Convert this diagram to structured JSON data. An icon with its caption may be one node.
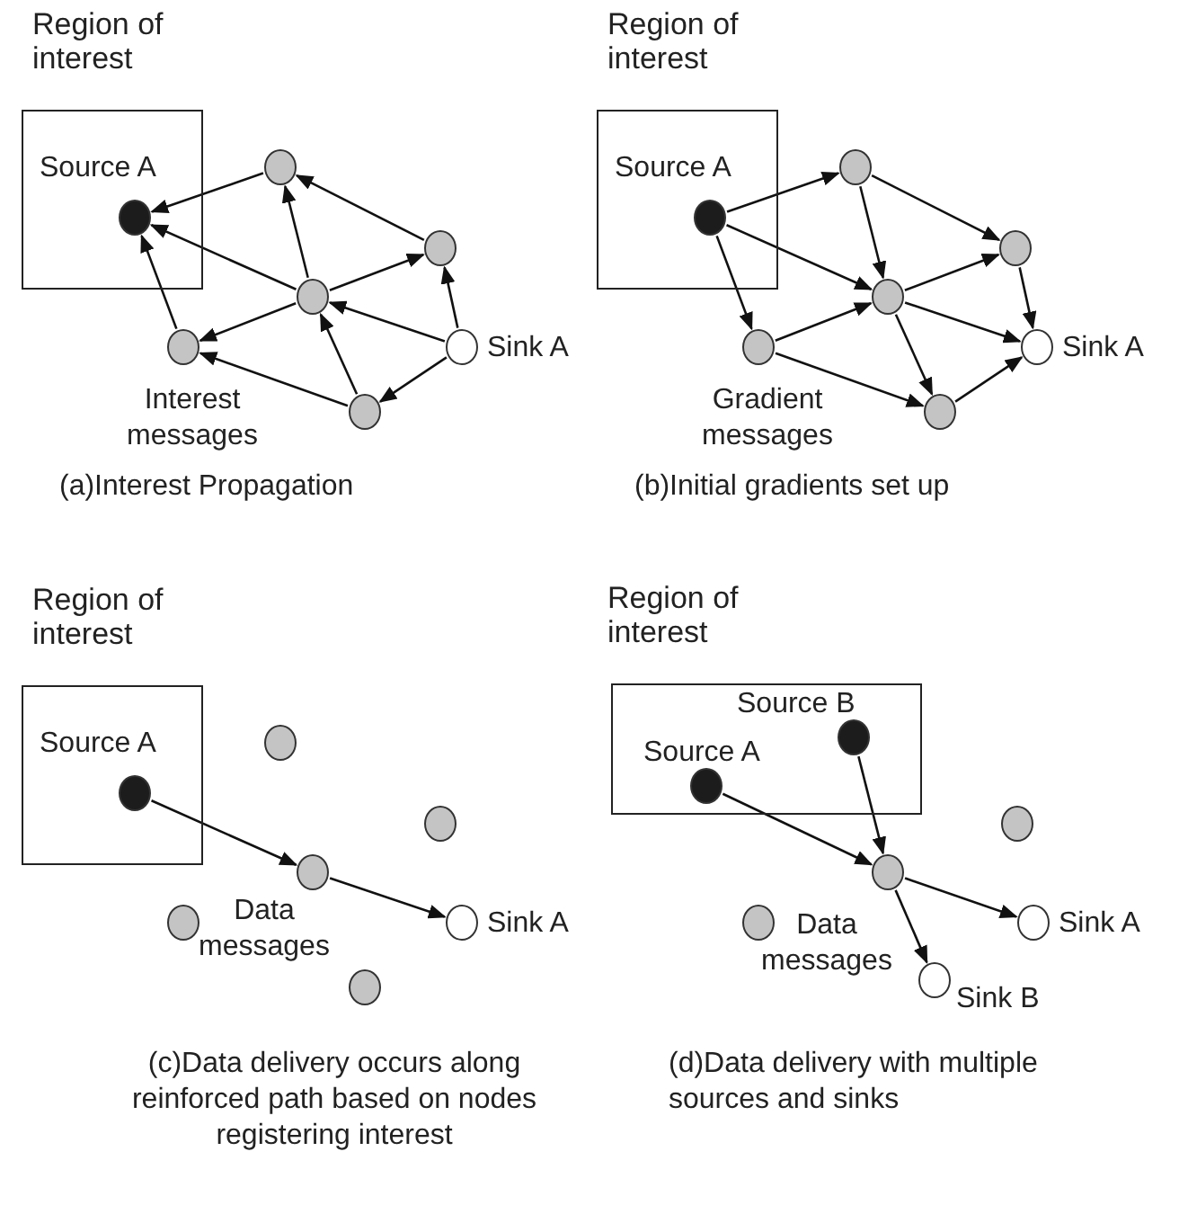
{
  "diagram": {
    "nodes": [
      {
        "text": [
          "Region of interest"
        ]
      },
      {
        "text": [],
        "shape": "circle",
        "in": 0,
        "beside": [
          "Source A"
        ]
      },
      {
        "text": [],
        "shape": "circle"
      },
      {
        "text": [],
        "shape": "circle"
      },
      {
        "text": [],
        "shape": "circle"
      },
      {
        "text": [],
        "shape": "circle"
      },
      {
        "text": [],
        "shape": "circle",
        "beside": [
          "Sink A"
        ]
      },
      {
        "text": [],
        "shape": "circle"
      },
      {
        "text": [
          "Region of interest"
        ]
      },
      {
        "text": [],
        "shape": "circle",
        "in": 8,
        "beside": [
          "Source A"
        ]
      },
      {
        "text": [],
        "shape": "circle"
      },
      {
        "text": [],
        "shape": "circle"
      },
      {
        "text": [],
        "shape": "circle"
      },
      {
        "text": [],
        "shape": "circle"
      },
      {
        "text": [],
        "shape": "circle",
        "beside": [
          "Sink A"
        ]
      },
      {
        "text": [],
        "shape": "circle"
      },
      {
        "text": [
          "Region of interest"
        ]
      },
      {
        "text": [],
        "shape": "circle",
        "in": 16,
        "beside": [
          "Source A"
        ]
      },
      {
        "text": [],
        "shape": "circle"
      },
      {
        "text": [],
        "shape": "circle"
      },
      {
        "text": [],
        "shape": "circle"
      },
      {
        "text": [],
        "shape": "circle"
      },
      {
        "text": [],
        "shape": "circle",
        "beside": [
          "Sink A"
        ]
      },
      {
        "text": [],
        "shape": "circle"
      },
      {
        "text": [
          "Region of interest"
        ]
      },
      {
        "text": [],
        "shape": "circle",
        "in": 24,
        "beside": [
          "Source B"
        ]
      },
      {
        "text": [],
        "shape": "circle",
        "in": 24,
        "beside": [
          "Source A"
        ]
      },
      {
        "text": [],
        "shape": "circle"
      },
      {
        "text": [],
        "shape": "circle"
      },
      {
        "text": [],
        "shape": "circle"
      },
      {
        "text": [],
        "shape": "circle",
        "beside": [
          "Sink A"
        ]
      },
      {
        "text": [],
        "shape": "circle",
        "beside": [
          "Sink B"
        ]
      }
    ],
    "edges": [
      {
        "from": 2,
        "to": 1,
        "arrow": "to"
      },
      {
        "from": 4,
        "to": 1,
        "arrow": "to"
      },
      {
        "from": 5,
        "to": 1,
        "arrow": "to"
      },
      {
        "from": 3,
        "to": 2,
        "arrow": "to"
      },
      {
        "from": 4,
        "to": 2,
        "arrow": "to"
      },
      {
        "from": 4,
        "to": 3,
        "arrow": "to"
      },
      {
        "from": 4,
        "to": 5,
        "arrow": "to"
      },
      {
        "from": 6,
        "to": 4,
        "arrow": "to"
      },
      {
        "from": 6,
        "to": 3,
        "arrow": "to"
      },
      {
        "from": 6,
        "to": 7,
        "arrow": "to"
      },
      {
        "from": 7,
        "to": 4,
        "arrow": "to"
      },
      {
        "from": 7,
        "to": 5,
        "arrow": "to"
      },
      {
        "from": 9,
        "to": 10,
        "arrow": "to"
      },
      {
        "from": 9,
        "to": 12,
        "arrow": "to"
      },
      {
        "from": 9,
        "to": 13,
        "arrow": "to"
      },
      {
        "from": 10,
        "to": 12,
        "arrow": "to"
      },
      {
        "from": 10,
        "to": 11,
        "arrow": "to"
      },
      {
        "from": 13,
        "to": 12,
        "arrow": "to"
      },
      {
        "from": 13,
        "to": 15,
        "arrow": "to"
      },
      {
        "from": 12,
        "to": 11,
        "arrow": "to"
      },
      {
        "from": 12,
        "to": 14,
        "arrow": "to"
      },
      {
        "from": 12,
        "to": 15,
        "arrow": "to"
      },
      {
        "from": 11,
        "to": 14,
        "arrow": "to"
      },
      {
        "from": 15,
        "to": 14,
        "arrow": "to"
      },
      {
        "from": 17,
        "to": 20,
        "arrow": "to"
      },
      {
        "from": 20,
        "to": 22,
        "arrow": "to"
      },
      {
        "from": 26,
        "to": 28,
        "arrow": "to"
      },
      {
        "from": 25,
        "to": 28,
        "arrow": "to"
      },
      {
        "from": 28,
        "to": 30,
        "arrow": "to"
      },
      {
        "from": 28,
        "to": 31,
        "arrow": "to"
      }
    ],
    "labels": [
      "Interest messages",
      "Gradient messages",
      "(a)Interest Propagation",
      "(b)Initial gradients set up",
      "Data messages",
      "Data messages",
      "(c)Data delivery occurs along reinforced path based on nodes registering interest",
      "(d)Data delivery with multiple sources and sinks"
    ]
  }
}
